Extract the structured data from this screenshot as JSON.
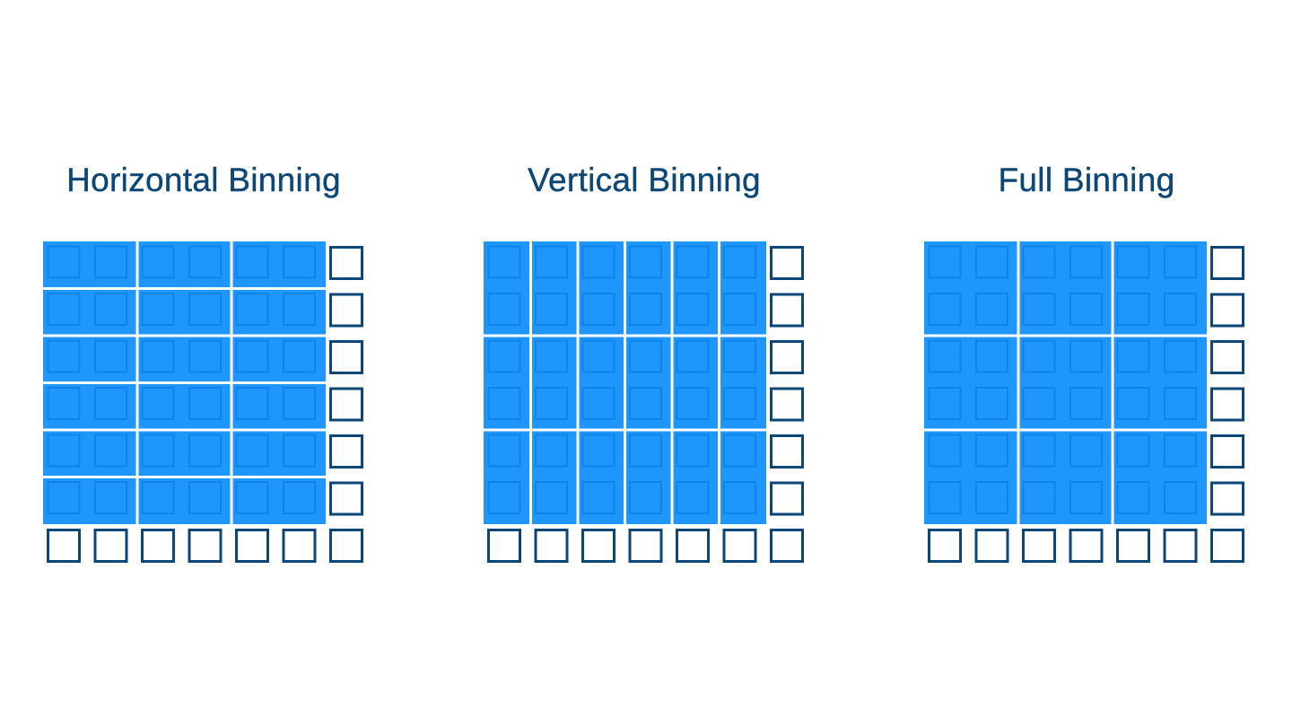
{
  "colors": {
    "title": "#0d4778",
    "bin_fill": "#1e96fb",
    "bin_separator": "#ffffff",
    "pixel_inner_outline": "#0d84ea",
    "unbinned_pixel_outline": "#0d4778",
    "background": "#ffffff"
  },
  "grid": {
    "pixel_rows": 7,
    "pixel_cols": 7,
    "binned_rows": 6,
    "binned_cols": 6
  },
  "panels": [
    {
      "id": "horizontal",
      "title": "Horizontal Binning",
      "bin_rows": 1,
      "bin_cols": 2
    },
    {
      "id": "vertical",
      "title": "Vertical Binning",
      "bin_rows": 2,
      "bin_cols": 1
    },
    {
      "id": "full",
      "title": "Full Binning",
      "bin_rows": 2,
      "bin_cols": 2
    }
  ]
}
